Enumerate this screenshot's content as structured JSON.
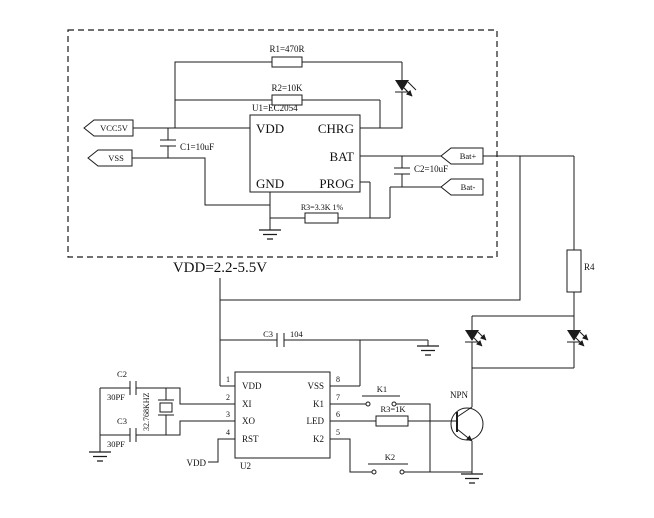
{
  "charger": {
    "u1_ref": "U1=EC2054",
    "pins": {
      "vdd": "VDD",
      "chrg": "CHRG",
      "bat": "BAT",
      "gnd": "GND",
      "prog": "PROG"
    },
    "r1": "R1=470R",
    "r2": "R2=10K",
    "r3": "R3=3.3K 1%",
    "c1": "C1=10uF",
    "c2": "C2=10uF",
    "conn_vcc": "VCC5V",
    "conn_vss": "VSS",
    "conn_batp": "Bat+",
    "conn_batm": "Bat-"
  },
  "power_note": "VDD=2.2-5.5V",
  "mcu": {
    "u2_ref": "U2",
    "pins_left": [
      {
        "num": "1",
        "name": "VDD"
      },
      {
        "num": "2",
        "name": "XI"
      },
      {
        "num": "3",
        "name": "XO"
      },
      {
        "num": "4",
        "name": "RST"
      }
    ],
    "pins_right": [
      {
        "num": "8",
        "name": "VSS"
      },
      {
        "num": "7",
        "name": "K1"
      },
      {
        "num": "6",
        "name": "LED"
      },
      {
        "num": "5",
        "name": "K2"
      }
    ],
    "c3_bypass": {
      "ref": "C3",
      "value": "104"
    },
    "c2_xtal": {
      "ref": "C2",
      "value": "30PF"
    },
    "c3_xtal": {
      "ref": "C3",
      "value": "30PF"
    },
    "crystal": "32.768KHZ",
    "k1": "K1",
    "k2": "K2",
    "r3": "R3=1K",
    "r4": "R4",
    "npn": "NPN",
    "vdd_label": "VDD"
  }
}
